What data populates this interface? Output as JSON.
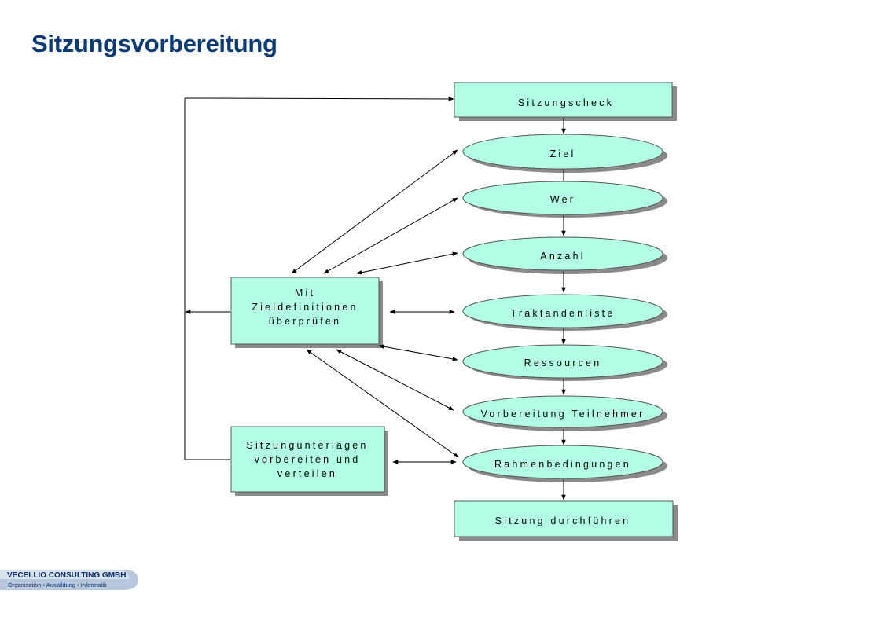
{
  "page": {
    "title": "Sitzungsvorbereitung"
  },
  "diagram": {
    "nodes": {
      "sitzungscheck": "Sitzungscheck",
      "ziel": "Ziel",
      "wer": "Wer",
      "anzahl": "Anzahl",
      "traktandenliste": "Traktandenliste",
      "ressourcen": "Ressourcen",
      "vorbereitung": "Vorbereitung Teilnehmer",
      "rahmenbedingungen": "Rahmenbedingungen",
      "durchfuehren": "Sitzung durchführen",
      "zieldefinitionen": [
        "Mit",
        "Zieldefinitionen",
        "überprüfen"
      ],
      "unterlagen": [
        "Sitzungunterlagen",
        "vorbereiten und",
        "verteilen"
      ]
    }
  },
  "colors": {
    "title": "#0b3a75",
    "node_fill": "#b3ffe6",
    "node_stroke": "#555555",
    "shadow": "#8a8a8a",
    "arrow": "#000000"
  },
  "logo": {
    "company": "VECELLIO CONSULTING GMBH",
    "tagline": "Organisation  •  Ausbildung  •  Informatik"
  }
}
